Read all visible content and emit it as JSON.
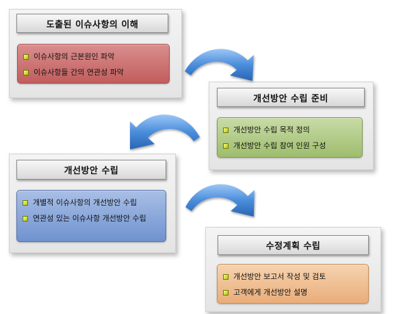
{
  "steps": [
    {
      "title": "도출된 이슈사항의 이해",
      "items": [
        "이슈사항의 근본원인 파악",
        "이슈사항들 간의 연관성 파악"
      ],
      "color": "#c96a6a"
    },
    {
      "title": "개선방안 수립 준비",
      "items": [
        "개선방안 수립 목적 정의",
        "개선방안 수립 참여 인원 구성"
      ],
      "color": "#a9c47c"
    },
    {
      "title": "개선방안 수립",
      "items": [
        "개별적 이슈사항의 개선방안 수립",
        "연관성 있는 이슈사항 개선방안 수립"
      ],
      "color": "#809fd6"
    },
    {
      "title": "수정계획 수립",
      "items": [
        "개선방안 보고서 작성 및 검토",
        "고객에게 개선방안 설명"
      ],
      "color": "#efbb8d"
    }
  ],
  "arrow_color": "#3f80d0",
  "icons": [
    "curved-arrow-right-icon",
    "curved-arrow-left-icon",
    "curved-arrow-right-icon"
  ]
}
